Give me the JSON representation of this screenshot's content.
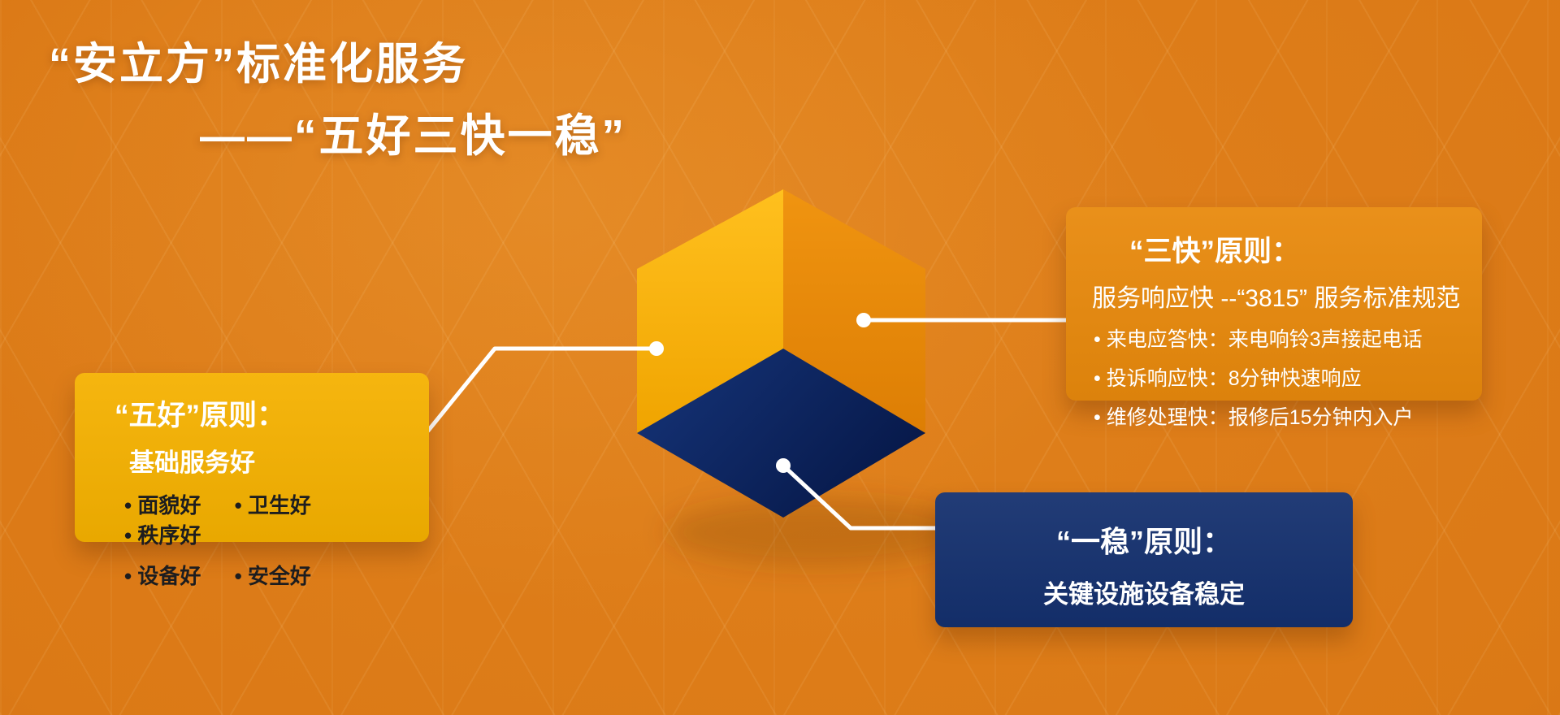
{
  "title": {
    "line1": "“安立方”标准化服务",
    "line2": "——“五好三快一稳”"
  },
  "panels": {
    "five_good": {
      "title": "“五好”原则：",
      "subtitle": "基础服务好",
      "row1": [
        "• 面貌好",
        "• 卫生好",
        "• 秩序好"
      ],
      "row2": [
        "• 设备好",
        "• 安全好"
      ]
    },
    "three_fast": {
      "title": "“三快”原则：",
      "subtitle": "服务响应快 --“3815” 服务标准规范",
      "bullets": [
        "• 来电应答快：来电响铃3声接起电话",
        "• 投诉响应快：8分钟快速响应",
        "• 维修处理快：报修后15分钟内入户"
      ]
    },
    "one_stable": {
      "title": "“一稳”原则：",
      "subtitle": "关键设施设备稳定"
    }
  },
  "colors": {
    "background": "#DB7916",
    "panel_five_good": "#F5B100",
    "panel_three_fast": "#E8890C",
    "panel_one_stable": "#14306E",
    "cube_left_light": "#FFC01E",
    "cube_left_dark": "#F0A400",
    "cube_right_light": "#F09410",
    "cube_right_dark": "#DD7E04",
    "cube_bottom_light": "#16357A",
    "cube_bottom_dark": "#07194A",
    "connector": "#FFFFFF",
    "bullet_text_dark": "#1D1D1F",
    "text_light": "#FFFFFF"
  }
}
